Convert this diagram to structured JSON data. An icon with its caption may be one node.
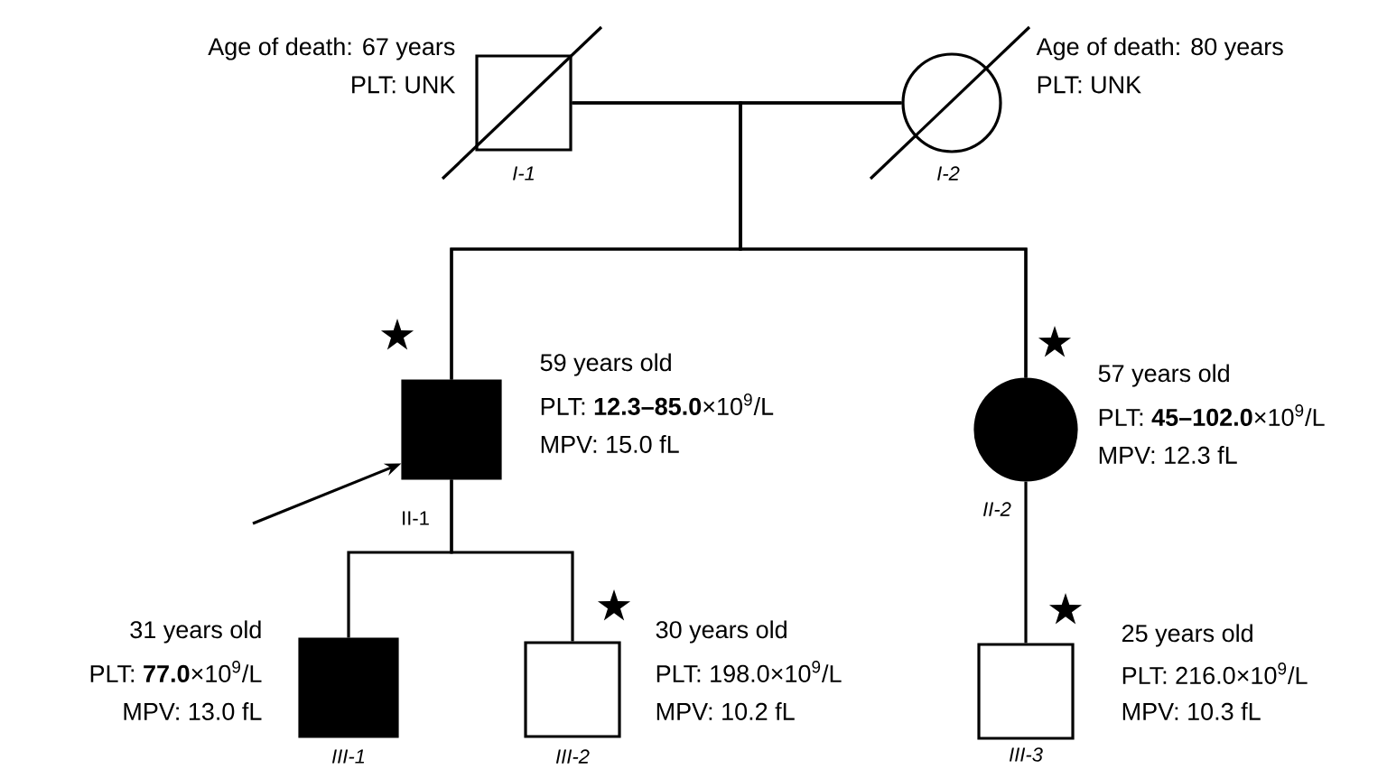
{
  "diagram": {
    "nodes": [
      {
        "text": [],
        "shape": "box",
        "beside": [
          "Age of death: 67 years",
          "PLT: UNK",
          "I-1"
        ]
      },
      {
        "text": [],
        "shape": "circle",
        "beside": [
          "Age of death: 80 years",
          "PLT: UNK",
          "I-2"
        ]
      },
      {
        "text": [],
        "shape": "box",
        "beside": [
          "59 years old",
          "PLT: **12.3–85.0**×10$^{9}$/L",
          "MPV: 15.0 fL",
          "II-1"
        ]
      },
      {
        "text": [],
        "shape": "circle",
        "beside": [
          "57 years old",
          "PLT: **45–102.0**×10$^{9}$/L",
          "MPV: 12.3 fL",
          "II-2"
        ]
      },
      {
        "text": [],
        "shape": "box",
        "beside": [
          "31 years old",
          "PLT: **77.0**×10$^{9}$/L",
          "MPV: 13.0 fL",
          "III-1"
        ]
      },
      {
        "text": [],
        "shape": "box",
        "beside": [
          "30 years old",
          "PLT: 198.0×10$^{9}$/L",
          "MPV: 10.2 fL",
          "III-2"
        ]
      },
      {
        "text": [],
        "shape": "box",
        "beside": [
          "25 years old",
          "PLT: 216.0×10$^{9}$/L",
          "MPV: 10.3 fL",
          "III-3"
        ]
      }
    ],
    "edges": [
      {
        "from": 0,
        "to": 1,
        "arrow": "none"
      },
      {
        "from": 0,
        "to": 2,
        "arrow": "none"
      },
      {
        "from": 1,
        "to": 2,
        "arrow": "none"
      },
      {
        "from": 0,
        "to": 3,
        "arrow": "none"
      },
      {
        "from": 1,
        "to": 3,
        "arrow": "none"
      },
      {
        "from": 2,
        "to": 4,
        "arrow": "none"
      },
      {
        "from": 2,
        "to": 5,
        "arrow": "none"
      },
      {
        "from": 3,
        "to": 6,
        "arrow": "none"
      },
      {
        "from": null,
        "to": 2,
        "arrow": "to"
      }
    ]
  }
}
